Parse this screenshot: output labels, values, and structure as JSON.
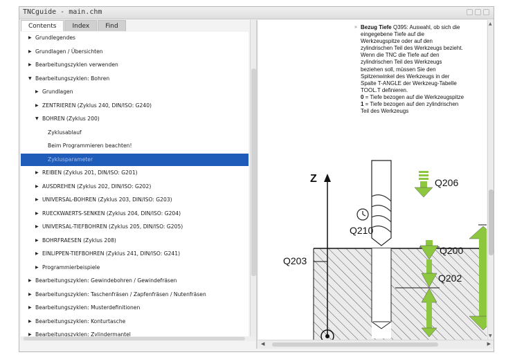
{
  "window": {
    "title": "TNCguide - main.chm"
  },
  "tabs": [
    {
      "label": "Contents"
    },
    {
      "label": "Index"
    },
    {
      "label": "Find"
    }
  ],
  "toc": {
    "items": [
      {
        "label": "Grundlegendes"
      },
      {
        "label": "Grundlagen / Übersichten"
      },
      {
        "label": "Bearbeitungszyklen verwenden"
      },
      {
        "label": "Bearbeitungszyklen: Bohren"
      },
      {
        "label": "Grundlagen"
      },
      {
        "label": "ZENTRIEREN (Zyklus 240, DIN/ISO: G240)"
      },
      {
        "label": "BOHREN (Zyklus 200)"
      },
      {
        "label": "Zyklusablauf"
      },
      {
        "label": "Beim Programmieren beachten!"
      },
      {
        "label": "Zyklusparameter"
      },
      {
        "label": "REIBEN (Zyklus 201, DIN/ISO: G201)"
      },
      {
        "label": "AUSDREHEN (Zyklus 202, DIN/ISO: G202)"
      },
      {
        "label": "UNIVERSAL-BOHREN (Zyklus 203, DIN/ISO: G203)"
      },
      {
        "label": "RUECKWAERTS-SENKEN (Zyklus 204, DIN/ISO: G204)"
      },
      {
        "label": "UNIVERSAL-TIEFBOHREN (Zyklus 205, DIN/ISO: G205)"
      },
      {
        "label": "BOHRFRAESEN (Zyklus 208)"
      },
      {
        "label": "EINLIPPEN-TIEFBOHREN (Zyklus 241, DIN/ISO: G241)"
      },
      {
        "label": "Programmierbeispiele"
      },
      {
        "label": "Bearbeitungszyklen: Gewindebohren / Gewindefräsen"
      },
      {
        "label": "Bearbeitungszyklen: Taschenfräsen / Zapfenfräsen / Nutenfräsen"
      },
      {
        "label": "Bearbeitungszyklen: Musterdefinitionen"
      },
      {
        "label": "Bearbeitungszyklen: Konturtasche"
      },
      {
        "label": "Bearbeitungszyklen: Zylindermantel"
      }
    ]
  },
  "content": {
    "bullet": "»",
    "param_name": "Bezug Tiefe",
    "param_text": " Q395: Auswahl, ob sich die eingegebene Tiefe auf die Werkzeugspitze oder auf den zylindrischen Teil des Werkzeugs bezieht. Wenn die TNC die Tiefe auf den zylindrischen Teil des Werkzeugs beziehen soll, müssen Sie den Spitzenwinkel des Werkzeugs in der Spalte T-ANGLE der Werkzeug-Tabelle TOOL.T definieren.",
    "opt0_num": "0",
    "opt0_text": " = Tiefe bezogen auf die Werkzeugspitze",
    "opt1_num": "1",
    "opt1_text": " = Tiefe bezogen auf den zylindrischen Teil des Werkzeugs"
  },
  "diagram": {
    "axis_label": "Z",
    "labels": {
      "q206": "Q206",
      "q210": "Q210",
      "q200": "Q200",
      "q203": "Q203",
      "q202": "Q202"
    },
    "colors": {
      "arrow_green": "#8dc63f",
      "hatch": "#555555",
      "line": "#111111"
    }
  },
  "colors": {
    "selection": "#1f5bb8"
  }
}
